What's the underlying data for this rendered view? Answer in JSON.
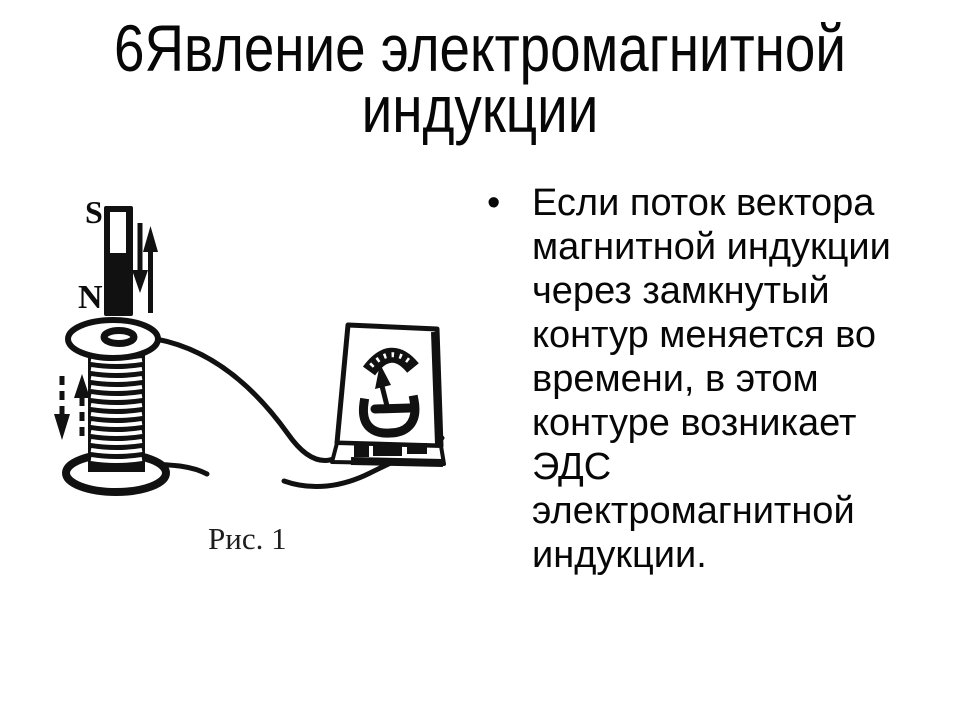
{
  "slide": {
    "title": "6Явление электромагнитной\nиндукции",
    "bullet": {
      "marker": "•",
      "text": "Если поток вектора\nмагнитной индукции\nчерез замкнутый\nконтур меняется во\nвремени, в этом\nконтуре возникает\nЭДС\nэлектромагнитной\nиндукции."
    },
    "figure": {
      "pole_top_label": "S",
      "pole_bottom_label": "N",
      "caption": "Рис. 1"
    },
    "colors": {
      "background": "#ffffff",
      "text": "#070707",
      "ink": "#111111"
    }
  }
}
